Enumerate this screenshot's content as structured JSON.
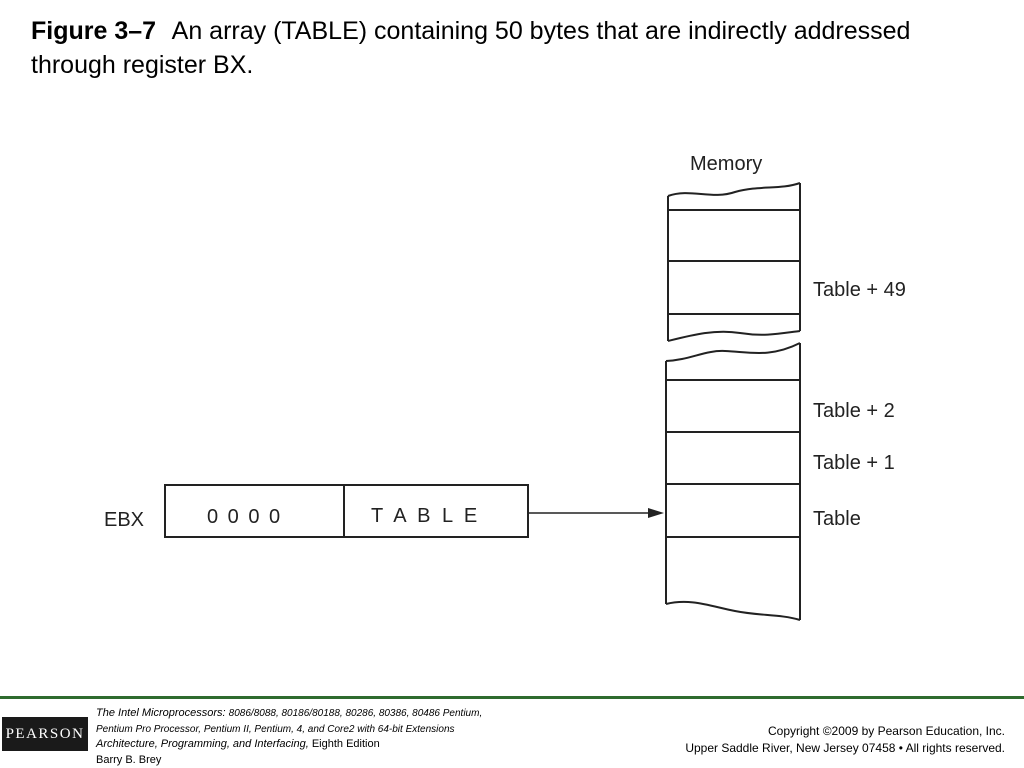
{
  "title": {
    "figure_label": "Figure 3–7",
    "caption": "An array (TABLE) containing 50 bytes that are indirectly addressed through register BX."
  },
  "diagram": {
    "memory_label": "Memory",
    "register_name": "EBX",
    "register_high": "0 0 0 0",
    "register_low": "T A B L E",
    "cell_labels": {
      "table_plus_49": "Table + 49",
      "table_plus_2": "Table + 2",
      "table_plus_1": "Table + 1",
      "table": "Table"
    }
  },
  "footer": {
    "book_title": "The Intel Microprocessors:",
    "processors_line1": "8086/8088, 80186/80188, 80286, 80386, 80486 Pentium,",
    "processors_line2": "Pentium Pro Processor, Pentium II, Pentium, 4, and Core2 with 64-bit Extensions",
    "subtitle": "Architecture, Programming, and Interfacing,",
    "edition": "Eighth Edition",
    "author": "Barry B. Brey",
    "copyright": "Copyright ©2009 by Pearson Education, Inc.",
    "address": "Upper Saddle River, New Jersey 07458 • All rights reserved.",
    "logo_text": "PEARSON"
  },
  "colors": {
    "footer_rule": "#2e6b2e",
    "logo_background": "#1a1a1a"
  }
}
